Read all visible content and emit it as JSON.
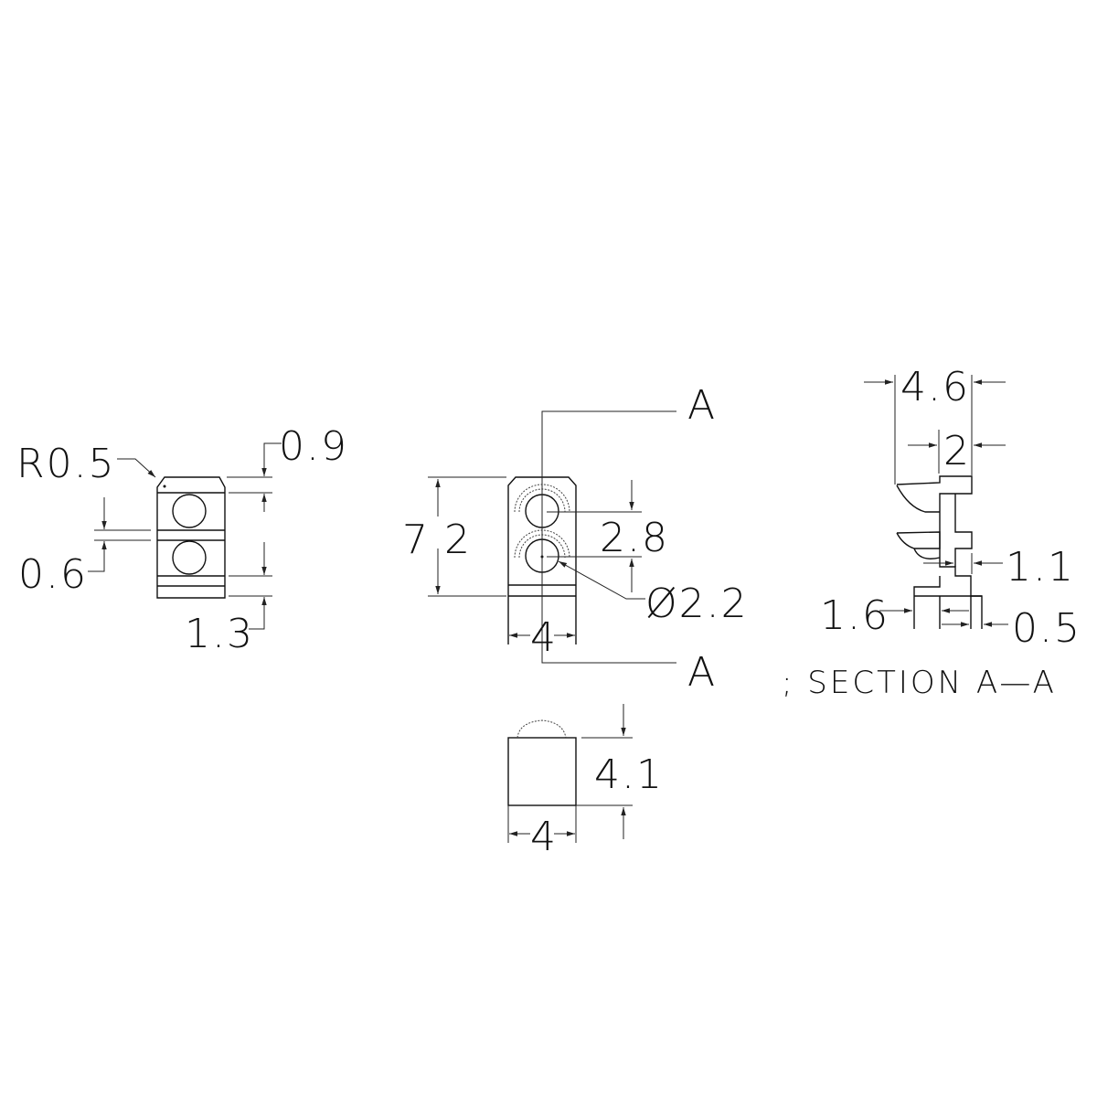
{
  "colors": {
    "line": "#111111",
    "background": "#ffffff"
  },
  "views": {
    "front_left": {
      "labels": {
        "radius": "R0.5",
        "top_gap": "0.9",
        "mid_gap": "0.6",
        "bottom_gap": "1.3"
      }
    },
    "front_center": {
      "labels": {
        "height": "7.2",
        "height_display": "7 2",
        "pitch": "2.8",
        "hole_diameter": "Ø2.2",
        "width": "4",
        "section_top": "A",
        "section_bottom": "A"
      }
    },
    "bottom_center": {
      "labels": {
        "height": "4.1",
        "width": "4"
      }
    },
    "section_right": {
      "title": "; SECTION A—A",
      "labels": {
        "overall_depth": "4.6",
        "body_depth": "2",
        "pin_width": "1.1",
        "base_width": "1.6",
        "tab_width": "0.5"
      }
    }
  }
}
